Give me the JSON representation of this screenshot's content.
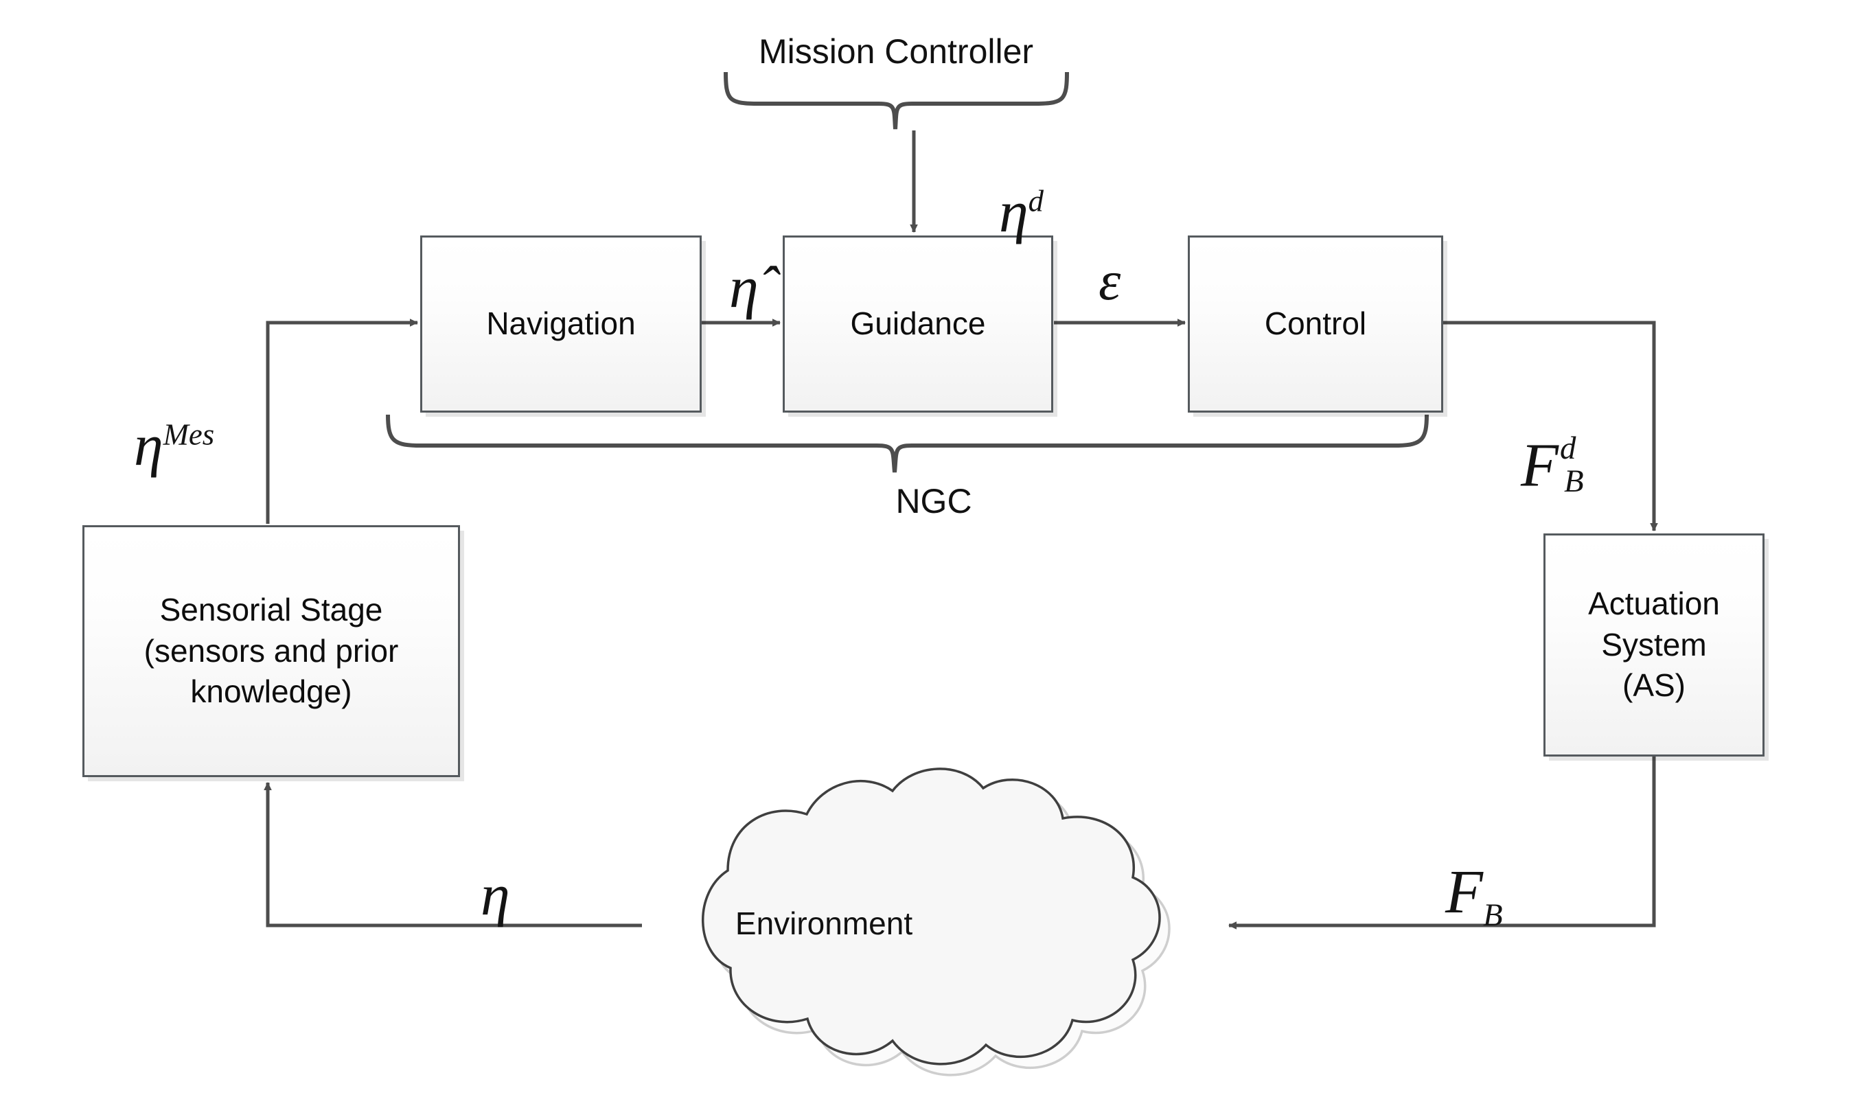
{
  "diagram": {
    "title_label": "Mission Controller",
    "group_label": "NGC",
    "blocks": [
      {
        "id": "navigation",
        "label": "Navigation"
      },
      {
        "id": "guidance",
        "label": "Guidance"
      },
      {
        "id": "control",
        "label": "Control"
      },
      {
        "id": "sensorial-stage",
        "line1": "Sensorial Stage",
        "line2": "(sensors and prior",
        "line3": "knowledge)"
      },
      {
        "id": "actuation-system",
        "line1": "Actuation",
        "line2": "System",
        "line3": "(AS)"
      },
      {
        "id": "environment",
        "label": "Environment"
      }
    ],
    "signals": {
      "eta_desired": {
        "base": "η",
        "sup": "d"
      },
      "eta_hat": {
        "base": "η̂"
      },
      "epsilon": {
        "base": "ε"
      },
      "eta_measured": {
        "base": "η",
        "sup": "Mes"
      },
      "force_desired": {
        "base": "F",
        "sup": "d",
        "sub": "B"
      },
      "force_body": {
        "base": "F",
        "sub": "B"
      },
      "eta": {
        "base": "η"
      }
    },
    "colors": {
      "wire": "#4d4d4d",
      "box_border": "#555a5e",
      "box_fill_top": "#ffffff",
      "box_fill_bottom": "#f2f2f2",
      "text": "#111111",
      "background": "#ffffff"
    }
  }
}
